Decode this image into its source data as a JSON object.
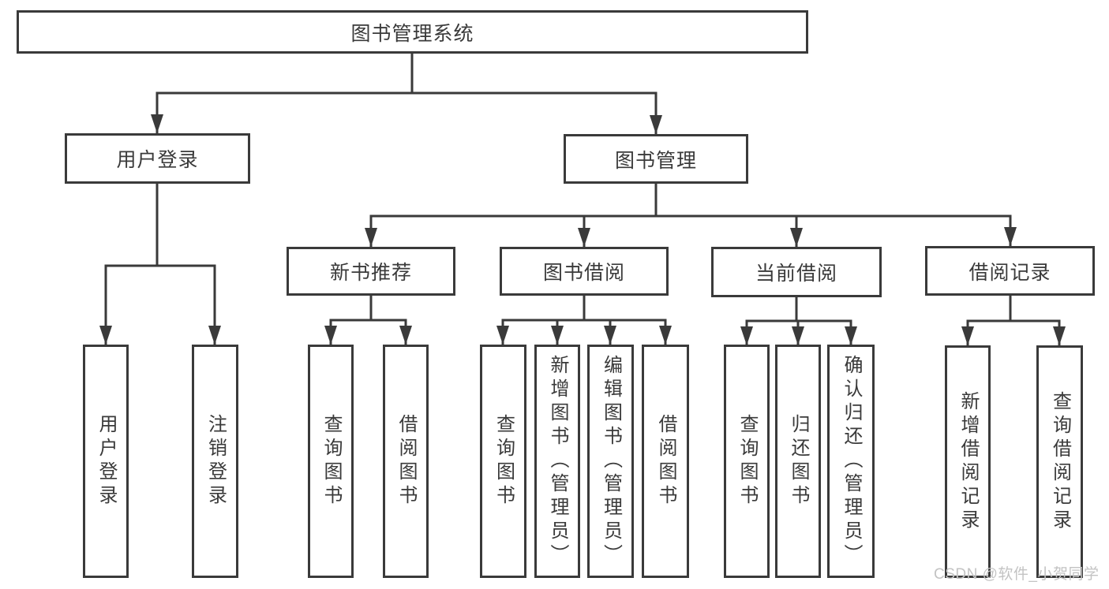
{
  "diagram": {
    "root": {
      "label": "图书管理系统"
    },
    "branches": [
      {
        "label": "用户登录",
        "children": [
          {
            "label": "用户登录"
          },
          {
            "label": "注销登录"
          }
        ]
      },
      {
        "label": "图书管理",
        "sections": [
          {
            "label": "新书推荐",
            "children": [
              {
                "label": "查询图书"
              },
              {
                "label": "借阅图书"
              }
            ]
          },
          {
            "label": "图书借阅",
            "children": [
              {
                "label": "查询图书"
              },
              {
                "label": "新增图书（管理员）"
              },
              {
                "label": "编辑图书（管理员）"
              },
              {
                "label": "借阅图书"
              }
            ]
          },
          {
            "label": "当前借阅",
            "children": [
              {
                "label": "查询图书"
              },
              {
                "label": "归还图书"
              },
              {
                "label": "确认归还（管理员）"
              }
            ]
          },
          {
            "label": "借阅记录",
            "children": [
              {
                "label": "新增借阅记录"
              },
              {
                "label": "查询借阅记录"
              }
            ]
          }
        ]
      }
    ]
  },
  "watermark": {
    "text": "CSDN @软件_小贺同学"
  },
  "colors": {
    "line": "#3a3a3a",
    "text": "#3a3a3a",
    "background": "#ffffff",
    "watermark": "#c3c3c3"
  }
}
